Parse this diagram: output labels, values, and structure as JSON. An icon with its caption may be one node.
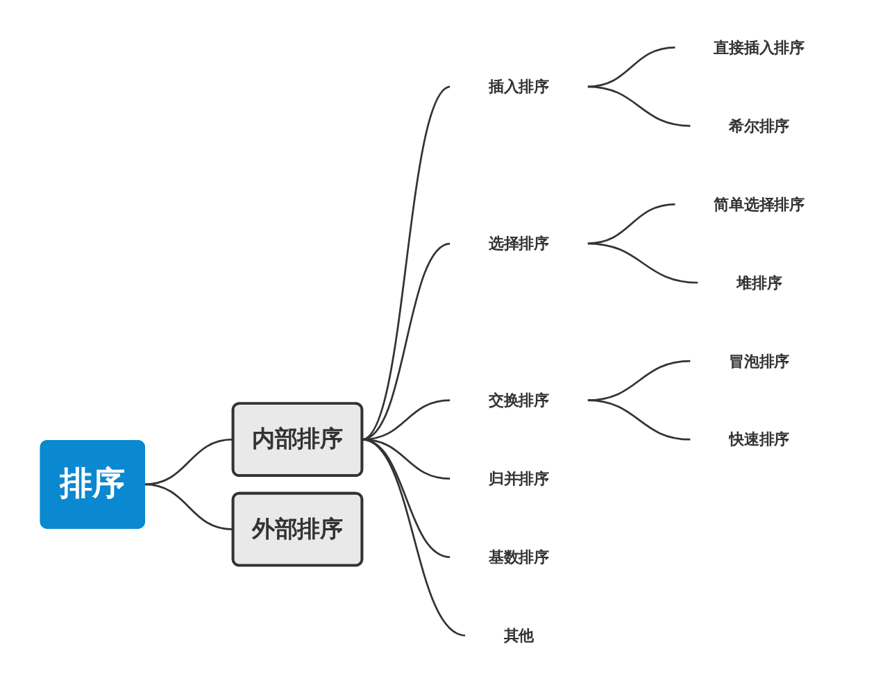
{
  "diagram": {
    "nodes": [
      {
        "text": [
          "排序"
        ]
      },
      {
        "text": [
          "内部排序"
        ]
      },
      {
        "text": [
          "外部排序"
        ]
      },
      {
        "text": [
          "插入排序"
        ]
      },
      {
        "text": [
          "直接插入排序"
        ]
      },
      {
        "text": [
          "希尔排序"
        ]
      },
      {
        "text": [
          "选择排序"
        ]
      },
      {
        "text": [
          "简单选择排序"
        ]
      },
      {
        "text": [
          "堆排序"
        ]
      },
      {
        "text": [
          "交换排序"
        ]
      },
      {
        "text": [
          "冒泡排序"
        ]
      },
      {
        "text": [
          "快速排序"
        ]
      },
      {
        "text": [
          "归并排序"
        ]
      },
      {
        "text": [
          "基数排序"
        ]
      },
      {
        "text": [
          "其他"
        ]
      }
    ],
    "edges": [
      {
        "from": 0,
        "to": 1,
        "arrow": "none"
      },
      {
        "from": 0,
        "to": 2,
        "arrow": "none"
      },
      {
        "from": 1,
        "to": 3,
        "arrow": "none"
      },
      {
        "from": 3,
        "to": 4,
        "arrow": "none"
      },
      {
        "from": 3,
        "to": 5,
        "arrow": "none"
      },
      {
        "from": 1,
        "to": 6,
        "arrow": "none"
      },
      {
        "from": 6,
        "to": 7,
        "arrow": "none"
      },
      {
        "from": 6,
        "to": 8,
        "arrow": "none"
      },
      {
        "from": 1,
        "to": 9,
        "arrow": "none"
      },
      {
        "from": 9,
        "to": 10,
        "arrow": "none"
      },
      {
        "from": 9,
        "to": 11,
        "arrow": "none"
      },
      {
        "from": 1,
        "to": 12,
        "arrow": "none"
      },
      {
        "from": 1,
        "to": 13,
        "arrow": "none"
      },
      {
        "from": 1,
        "to": 14,
        "arrow": "none"
      }
    ]
  }
}
